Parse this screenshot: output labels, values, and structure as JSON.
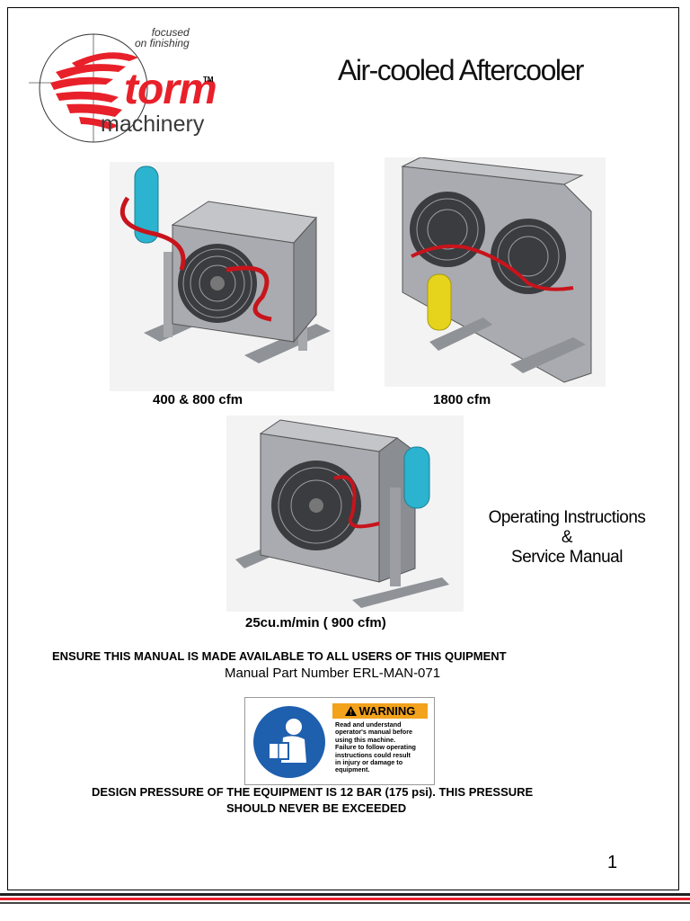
{
  "brand": {
    "tagline_line1": "focused",
    "tagline_line2": "on finishing",
    "name_storm": "torm",
    "trademark": "TM",
    "name_machinery": "machinery"
  },
  "title": "Air-cooled Aftercooler",
  "images": [
    {
      "caption": "400 & 800 cfm"
    },
    {
      "caption": "1800 cfm"
    },
    {
      "caption": "25cu.m/min ( 900 cfm)"
    }
  ],
  "manual_title": {
    "line1": "Operating Instructions",
    "line2": "&",
    "line3": "Service Manual"
  },
  "ensure_notice": "ENSURE THIS MANUAL IS MADE AVAILABLE TO ALL USERS OF THIS QUIPMENT",
  "part_number": "Manual Part Number  ERL-MAN-071",
  "warning": {
    "heading": "WARNING",
    "lines": [
      "Read and understand",
      "operator's manual before",
      "using this machine.",
      "Failure to follow operating",
      "instructions could result",
      "in injury or damage to",
      "equipment."
    ]
  },
  "design_pressure": {
    "line1": "DESIGN PRESSURE OF THE EQUIPMENT IS 12 BAR (175 psi). THIS PRESSURE",
    "line2": "SHOULD NEVER BE EXCEEDED"
  },
  "page_number": "1",
  "colors": {
    "brand_red": "#e8202a",
    "frame_steel": "#9c9ea3",
    "tank_blue": "#2bb3cf",
    "tank_yellow": "#e6d31c",
    "hose_red": "#c8141c",
    "warning_orange": "#f3a21c",
    "mandatory_blue": "#1e5fae"
  },
  "icons": [
    "storm-logo-swoosh",
    "machine-photo",
    "warning-triangle-icon",
    "read-manual-icon"
  ]
}
